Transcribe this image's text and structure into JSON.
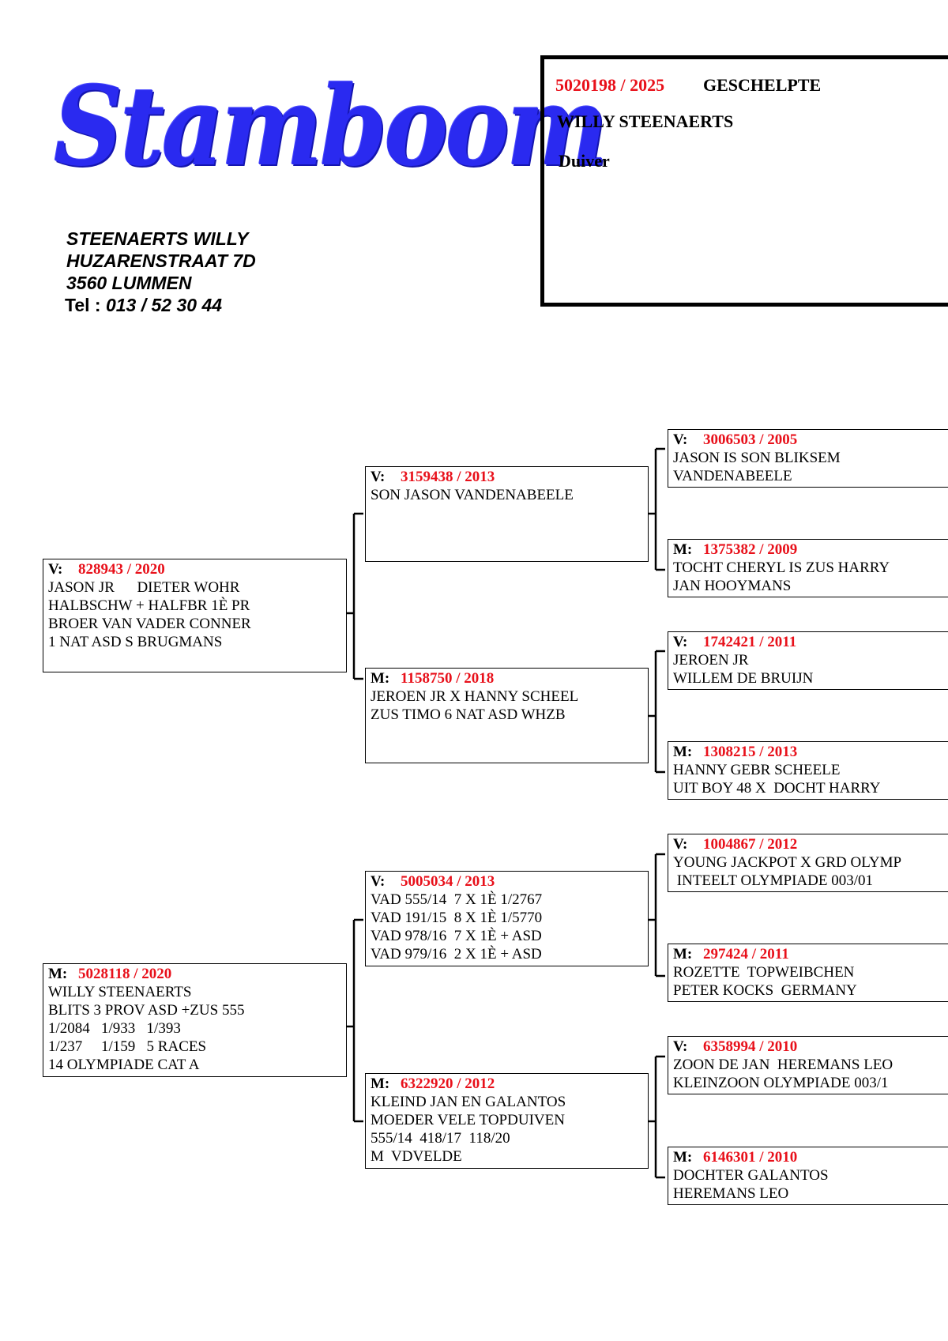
{
  "logo": {
    "text": "Stamboom"
  },
  "address": {
    "name": "STEENAERTS WILLY",
    "street": "HUZARENSTRAAT 7D",
    "city": "3560 LUMMEN",
    "tel_label": "Tel :",
    "tel": " 013 / 52 30 44"
  },
  "pigeon": {
    "ring": "5020198 / 2025",
    "color": "GESCHELPTE",
    "owner": "WILLY STEENAERTS",
    "sex": "Duiver"
  },
  "parents": {
    "father": {
      "label": "V:",
      "ring": "828943 / 2020",
      "lines": [
        "JASON JR      DIETER WOHR",
        "HALBSCHW + HALFBR 1È PR",
        "BROER VAN VADER CONNER",
        "1 NAT ASD S BRUGMANS"
      ]
    },
    "mother": {
      "label": "M:",
      "ring": "5028118 / 2020",
      "lines": [
        "WILLY STEENAERTS",
        "BLITS 3 PROV ASD +ZUS 555",
        "1/2084   1/933   1/393",
        "1/237     1/159   5 RACES",
        "14 OLYMPIADE CAT A"
      ]
    }
  },
  "grandparents": {
    "ff": {
      "label": "V:",
      "ring": "3159438 / 2013",
      "lines": [
        "SON JASON VANDENABEELE"
      ]
    },
    "fm": {
      "label": "M:",
      "ring": "1158750 / 2018",
      "lines": [
        "JEROEN JR X HANNY SCHEEL",
        "ZUS TIMO 6 NAT ASD WHZB"
      ]
    },
    "mf": {
      "label": "V:",
      "ring": "5005034 / 2013",
      "lines": [
        "VAD 555/14  7 X 1È 1/2767",
        "VAD 191/15  8 X 1È 1/5770",
        "VAD 978/16  7 X 1È + ASD",
        "VAD 979/16  2 X 1È + ASD"
      ]
    },
    "mm": {
      "label": "M:",
      "ring": "6322920 / 2012",
      "lines": [
        "KLEIND JAN EN GALANTOS",
        "MOEDER VELE TOPDUIVEN",
        "555/14  418/17  118/20",
        "M  VDVELDE"
      ]
    }
  },
  "great_grandparents": {
    "fff": {
      "label": "V:",
      "ring": "3006503 / 2005",
      "lines": [
        "JASON IS SON BLIKSEM",
        "VANDENABEELE"
      ]
    },
    "ffm": {
      "label": "M:",
      "ring": "1375382 / 2009",
      "lines": [
        "TOCHT CHERYL IS ZUS HARRY",
        "JAN HOOYMANS"
      ]
    },
    "fmf": {
      "label": "V:",
      "ring": "1742421 / 2011",
      "lines": [
        "JEROEN JR",
        "WILLEM DE BRUIJN"
      ]
    },
    "fmm": {
      "label": "M:",
      "ring": "1308215 / 2013",
      "lines": [
        "HANNY GEBR SCHEELE",
        "UIT BOY 48 X  DOCHT HARRY"
      ]
    },
    "mff": {
      "label": "V:",
      "ring": "1004867 / 2012",
      "lines": [
        "YOUNG JACKPOT X GRD OLYMP",
        " INTEELT OLYMPIADE 003/01"
      ]
    },
    "mfm": {
      "label": "M:",
      "ring": "297424 / 2011",
      "lines": [
        "ROZETTE  TOPWEIBCHEN",
        "PETER KOCKS  GERMANY"
      ]
    },
    "mmf": {
      "label": "V:",
      "ring": "6358994 / 2010",
      "lines": [
        "ZOON DE JAN  HEREMANS LEO",
        "KLEINZOON OLYMPIADE 003/1"
      ]
    },
    "mmm": {
      "label": "M:",
      "ring": "6146301 / 2010",
      "lines": [
        "DOCHTER GALANTOS",
        "HEREMANS LEO"
      ]
    }
  }
}
